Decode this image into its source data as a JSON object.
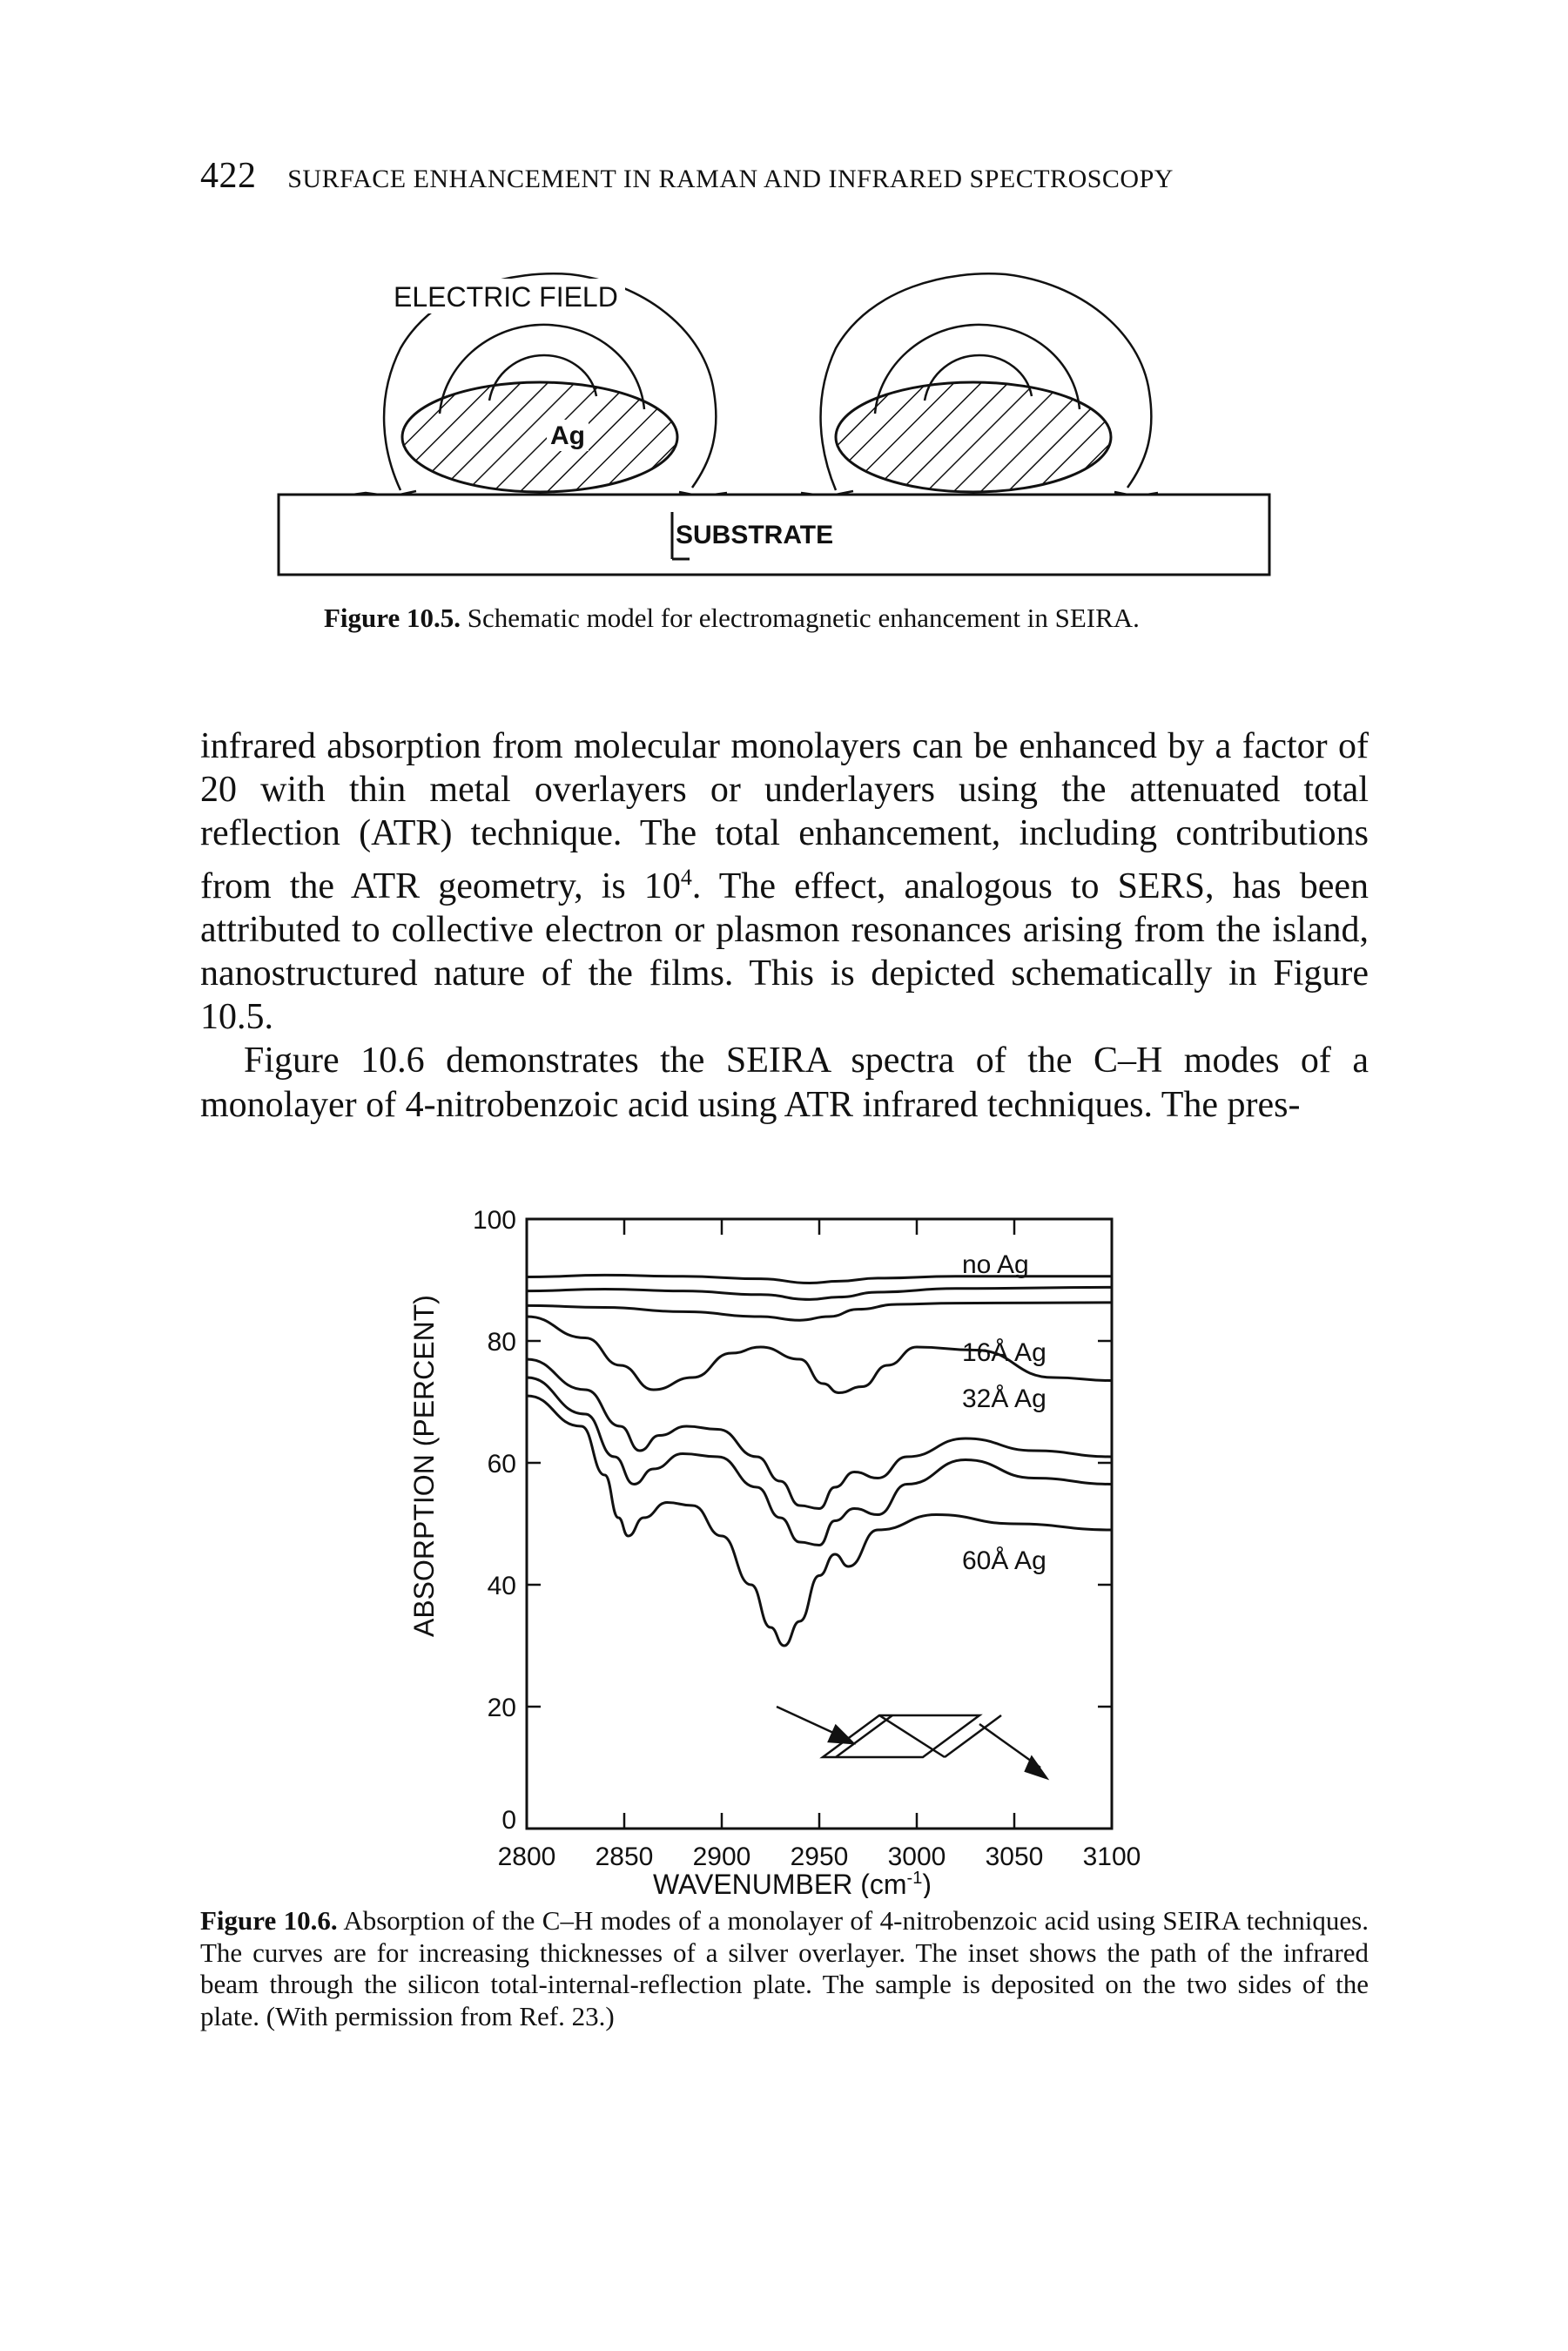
{
  "running_head": {
    "page_number": "422",
    "title": "SURFACE ENHANCEMENT IN RAMAN AND INFRARED SPECTROSCOPY"
  },
  "figure_10_5": {
    "label_field": "ELECTRIC FIELD",
    "label_particle": "Ag",
    "label_substrate": "SUBSTRATE",
    "caption_label": "Figure 10.5.",
    "caption_text": "Schematic model for electromagnetic enhancement in SEIRA."
  },
  "body": {
    "p1_a": "infrared absorption from molecular monolayers can be enhanced by a factor of 20 with thin metal overlayers or underlayers using the attenuated total reflection (ATR) technique. The total enhancement, including contributions from the ATR geometry, is 10",
    "p1_sup": "4",
    "p1_b": ". The effect, analogous to SERS, has been attributed to collective electron or plasmon resonances arising from the island, nanostructured nature of the films. This is depicted schematically in Figure 10.5.",
    "p2": "Figure 10.6 demonstrates the SEIRA spectra of the C–H modes of a monolayer of 4-nitrobenzoic acid using ATR infrared techniques. The pres-"
  },
  "chart_data": {
    "type": "line",
    "xlabel": "WAVENUMBER (cm",
    "xlabel_sup": "-1",
    "xlabel_end": ")",
    "ylabel": "ABSORPTION (PERCENT)",
    "xlim": [
      2800,
      3100
    ],
    "ylim": [
      0,
      100
    ],
    "xticks": [
      2800,
      2850,
      2900,
      2950,
      3000,
      3050,
      3100
    ],
    "yticks": [
      0,
      20,
      40,
      60,
      80,
      100
    ],
    "grid": false,
    "annotations": [
      "no Ag",
      "16Å Ag",
      "32Å Ag",
      "60Å Ag"
    ],
    "series": [
      {
        "x": [
          2800,
          2840,
          2880,
          2920,
          2945,
          2960,
          2980,
          3020,
          3100
        ],
        "y": [
          90.5,
          90.8,
          90.6,
          90.2,
          89.5,
          89.8,
          90.3,
          90.6,
          90.6
        ]
      },
      {
        "x": [
          2800,
          2840,
          2880,
          2920,
          2945,
          2960,
          2980,
          3020,
          3100
        ],
        "y": [
          88.2,
          88.5,
          88.2,
          87.6,
          86.8,
          87.2,
          88.0,
          88.6,
          88.8
        ]
      },
      {
        "x": [
          2800,
          2840,
          2880,
          2920,
          2940,
          2955,
          2970,
          2990,
          3020,
          3100
        ],
        "y": [
          85.8,
          85.5,
          84.8,
          84.0,
          83.4,
          84.0,
          85.2,
          86.0,
          86.2,
          86.3
        ]
      },
      {
        "x": [
          2800,
          2830,
          2848,
          2865,
          2885,
          2905,
          2920,
          2940,
          2952,
          2960,
          2972,
          2985,
          3000,
          3030,
          3070,
          3100
        ],
        "y": [
          84.0,
          80.5,
          76.0,
          72.0,
          74.0,
          78.0,
          79.0,
          77.0,
          73.0,
          71.5,
          72.5,
          76.0,
          79.0,
          78.5,
          74.0,
          73.5
        ]
      },
      {
        "x": [
          2800,
          2830,
          2848,
          2858,
          2868,
          2882,
          2898,
          2918,
          2930,
          2940,
          2950,
          2958,
          2968,
          2980,
          2995,
          3025,
          3060,
          3100
        ],
        "y": [
          77.0,
          72.0,
          66.0,
          62.0,
          64.5,
          66.0,
          65.5,
          61.0,
          57.0,
          53.0,
          52.5,
          56.0,
          58.5,
          57.5,
          61.0,
          64.0,
          62.0,
          61.0
        ]
      },
      {
        "x": [
          2800,
          2830,
          2845,
          2855,
          2865,
          2880,
          2898,
          2918,
          2930,
          2940,
          2950,
          2958,
          2968,
          2980,
          2995,
          3025,
          3060,
          3100
        ],
        "y": [
          74.0,
          68.0,
          61.0,
          56.5,
          59.0,
          61.5,
          61.0,
          56.0,
          51.0,
          47.0,
          46.5,
          50.5,
          52.5,
          51.5,
          56.5,
          60.5,
          57.5,
          56.5
        ]
      },
      {
        "x": [
          2800,
          2828,
          2840,
          2847,
          2852,
          2860,
          2872,
          2885,
          2900,
          2915,
          2925,
          2932,
          2940,
          2950,
          2958,
          2965,
          2980,
          3010,
          3050,
          3100
        ],
        "y": [
          71.0,
          66.0,
          58.0,
          51.0,
          48.0,
          51.0,
          53.5,
          53.0,
          48.0,
          40.0,
          33.0,
          30.0,
          34.0,
          41.5,
          45.0,
          43.0,
          49.0,
          51.5,
          50.0,
          49.0
        ]
      }
    ]
  },
  "figure_10_6": {
    "caption_label": "Figure 10.6.",
    "caption_text": "Absorption of the C–H modes of a monolayer of 4-nitrobenzoic acid using SEIRA techniques. The curves are for increasing thicknesses of a silver overlayer. The inset shows the path of the infrared beam through the silicon total-internal-reflection plate. The sample is deposited on the two sides of the plate. (With permission from Ref. 23.)"
  }
}
